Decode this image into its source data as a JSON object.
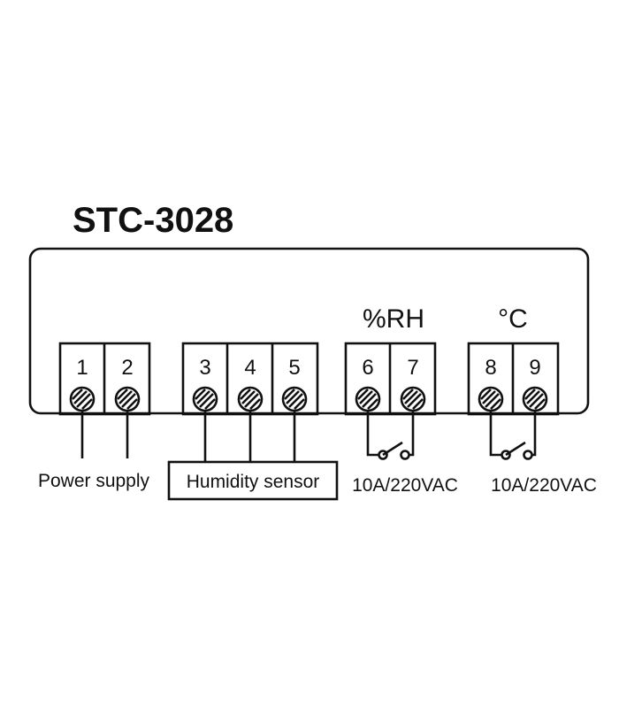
{
  "title": "STC-3028",
  "group_labels": {
    "humidity_relay": "%RH",
    "temperature_relay": "°C"
  },
  "terminals": [
    "1",
    "2",
    "3",
    "4",
    "5",
    "6",
    "7",
    "8",
    "9"
  ],
  "captions": {
    "power": "Power supply",
    "sensor": "Humidity sensor",
    "relay1": "10A/220VAC",
    "relay2": "10A/220VAC"
  }
}
